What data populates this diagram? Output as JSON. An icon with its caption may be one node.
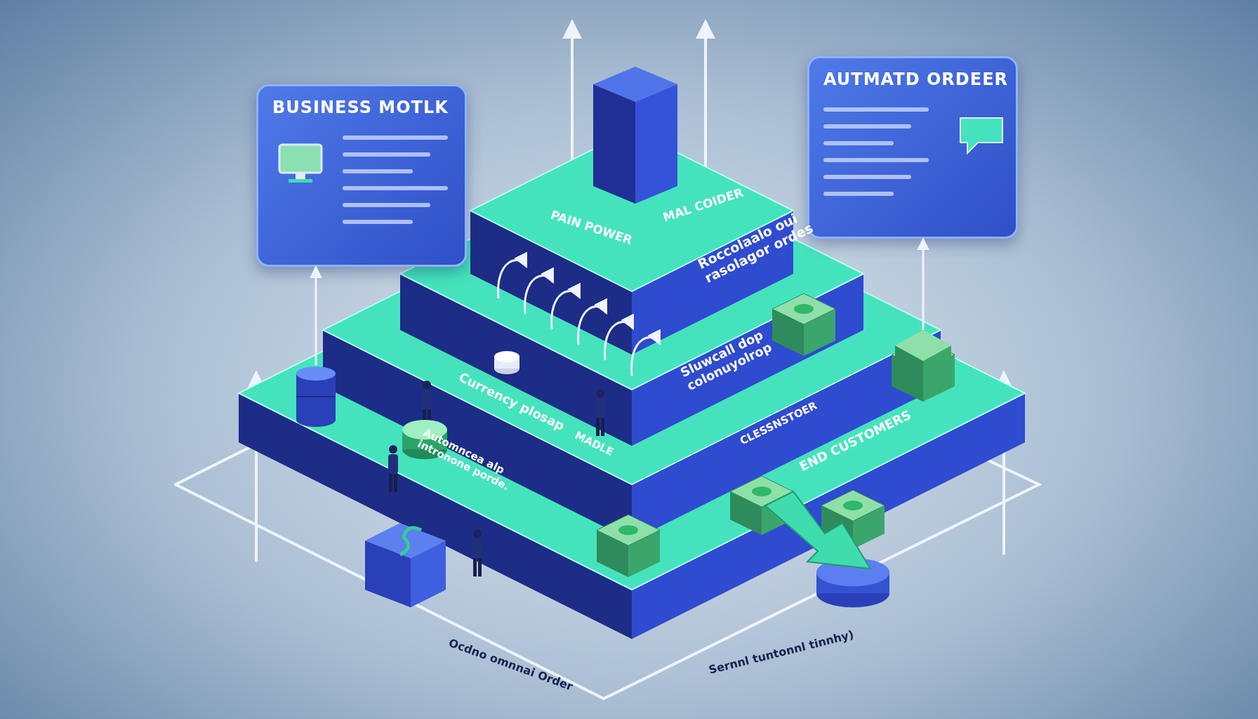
{
  "diagram": {
    "nodes": [
      {
        "text": [
          "BUSINESS MOTLK"
        ]
      },
      {
        "text": [
          "AUTMATD ORDEER"
        ]
      },
      {
        "text": [],
        "shape": "cylinder"
      },
      {
        "text": [],
        "shape": "picture"
      }
    ],
    "edges": [
      {
        "from": 2,
        "to": 0,
        "arrow": "to"
      },
      {
        "from": 3,
        "to": 1,
        "arrow": "to"
      }
    ],
    "labels": [
      "PAIN POWER",
      "MAL COIDER",
      "Roccolaalo oui rasolagor ordes",
      "Currency plosap",
      "Sluwcall dop colonuyolrop",
      "MADLE",
      "Automncea alp intronone porde.",
      "CLESSNSTOER",
      "END CUSTOMERS",
      "Ocdno omnnai Order",
      "Sernnl tuntonnl tinnhy)"
    ]
  }
}
